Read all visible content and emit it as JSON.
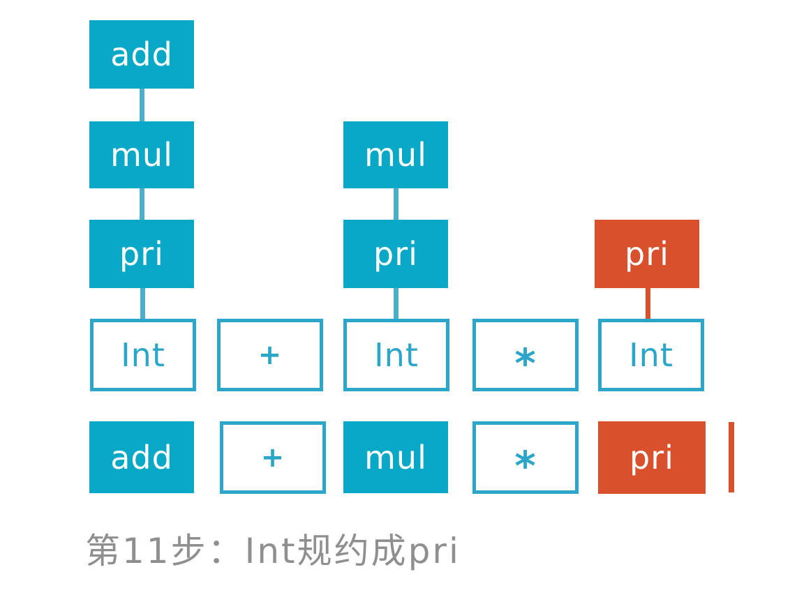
{
  "colors": {
    "teal_fill": "#09A8C6",
    "teal_border_text": "#2BA6C8",
    "teal_connector": "#4BAFCC",
    "orange": "#D8512C",
    "caption_gray": "#8F8F8F",
    "background": "#FFFFFF"
  },
  "parse_tree": {
    "nodes": [
      {
        "id": "add-root",
        "label": "add",
        "style": "filled-teal"
      },
      {
        "id": "mul-left",
        "label": "mul",
        "style": "filled-teal"
      },
      {
        "id": "pri-left",
        "label": "pri",
        "style": "filled-teal"
      },
      {
        "id": "int-left",
        "label": "Int",
        "style": "outlined"
      },
      {
        "id": "plus-terminal",
        "label": "+",
        "style": "outlined"
      },
      {
        "id": "mul-mid",
        "label": "mul",
        "style": "filled-teal"
      },
      {
        "id": "pri-mid",
        "label": "pri",
        "style": "filled-teal"
      },
      {
        "id": "int-mid",
        "label": "Int",
        "style": "outlined"
      },
      {
        "id": "star-terminal",
        "label": "*",
        "style": "outlined"
      },
      {
        "id": "pri-right",
        "label": "pri",
        "style": "filled-orange"
      },
      {
        "id": "int-right",
        "label": "Int",
        "style": "outlined"
      }
    ],
    "edges": [
      {
        "from": "add-root",
        "to": "mul-left"
      },
      {
        "from": "mul-left",
        "to": "pri-left"
      },
      {
        "from": "pri-left",
        "to": "int-left"
      },
      {
        "from": "mul-mid",
        "to": "pri-mid"
      },
      {
        "from": "pri-mid",
        "to": "int-mid"
      },
      {
        "from": "pri-right",
        "to": "int-right",
        "color": "orange"
      }
    ]
  },
  "stack_row": {
    "items": [
      {
        "id": "add",
        "label": "add",
        "style": "filled-teal"
      },
      {
        "id": "plus",
        "label": "+",
        "style": "outlined"
      },
      {
        "id": "mul",
        "label": "mul",
        "style": "filled-teal"
      },
      {
        "id": "star",
        "label": "*",
        "style": "outlined"
      },
      {
        "id": "pri",
        "label": "pri",
        "style": "filled-orange"
      }
    ],
    "cursor": {
      "present": true,
      "color": "#D8512C"
    }
  },
  "caption": {
    "text": "第11步：Int规约成pri"
  }
}
